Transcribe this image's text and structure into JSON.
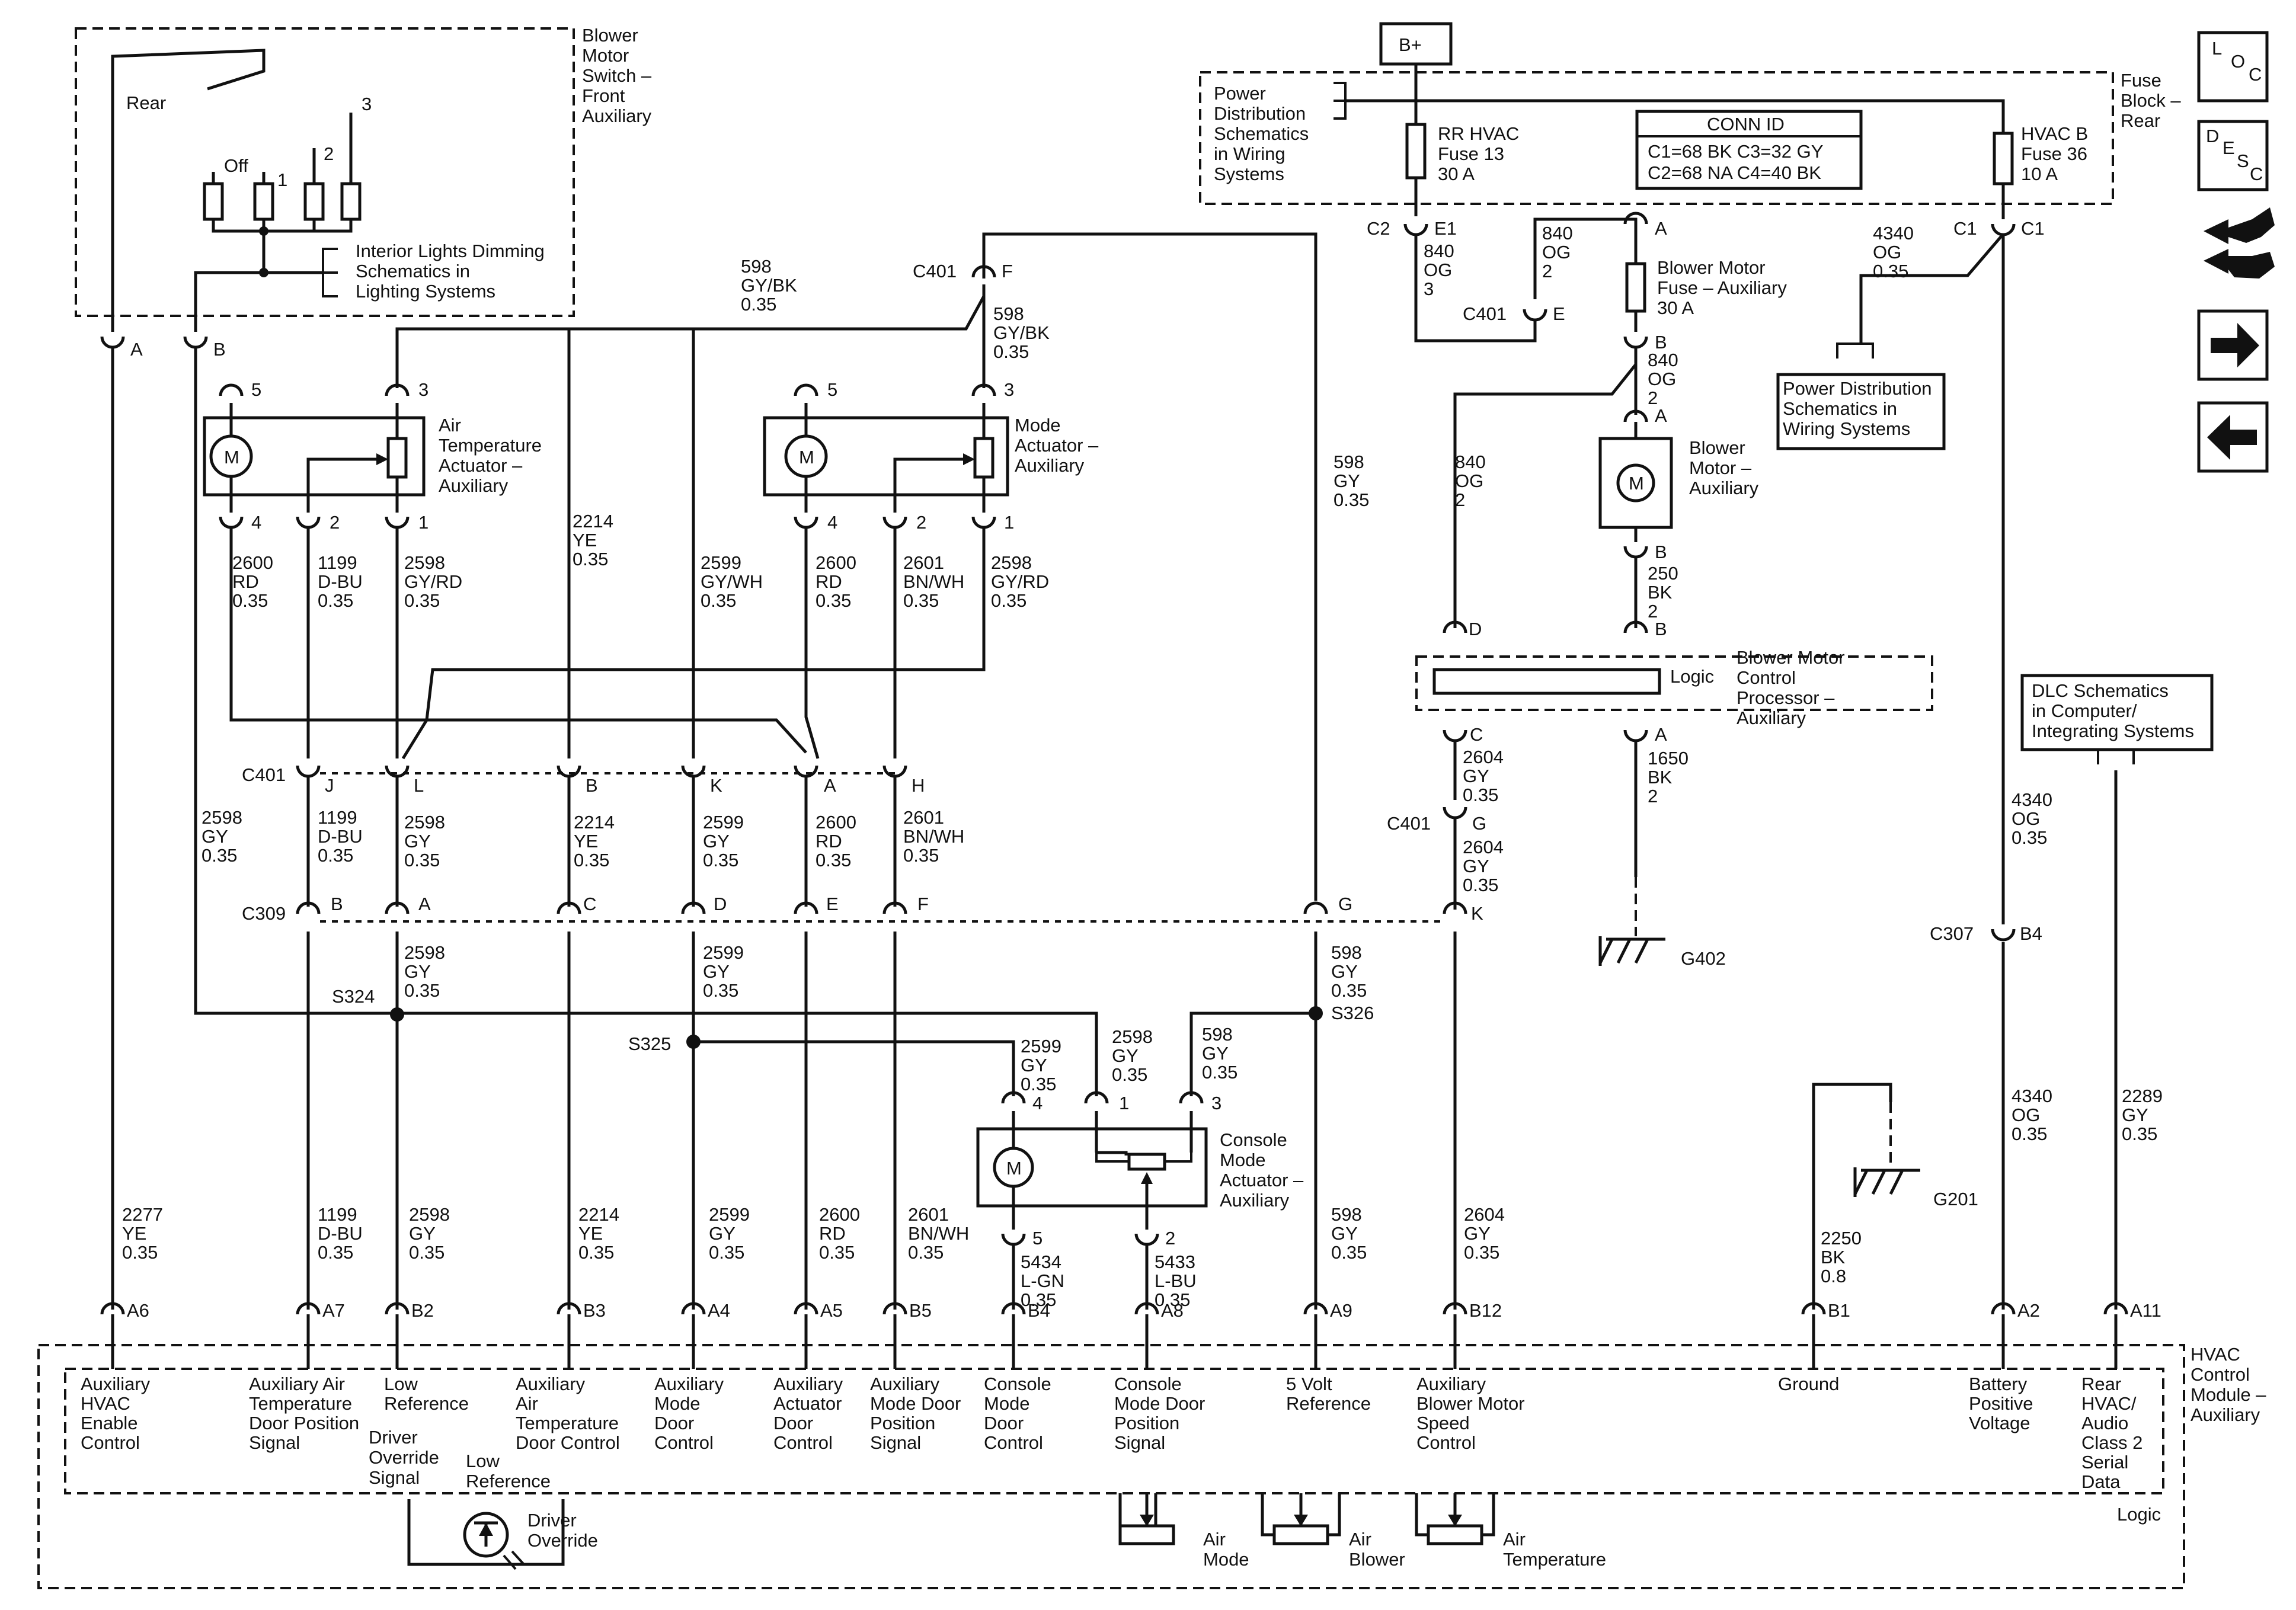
{
  "power": {
    "bplus": "B+"
  },
  "labels": {
    "switch_title": [
      "Blower",
      "Motor",
      "Switch –",
      "Front",
      "Auxiliary"
    ],
    "rear": "Rear",
    "off": "Off",
    "pos1": "1",
    "pos2": "2",
    "pos3": "3",
    "dimming": [
      "Interior Lights Dimming",
      "Schematics in",
      "Lighting Systems"
    ],
    "pin_A": "A",
    "pin_B": "B",
    "fuse_block_title": [
      "Fuse",
      "Block –",
      "Rear"
    ],
    "power_dist_top": [
      "Power",
      "Distribution",
      "Schematics",
      "in Wiring",
      "Systems"
    ],
    "rr_hvac_fuse": [
      "RR HVAC",
      "Fuse 13",
      "30 A"
    ],
    "hvac_b_fuse": [
      "HVAC B",
      "Fuse 36",
      "10 A"
    ],
    "conn_id_title": "CONN ID",
    "conn_id_rows": [
      "C1=68 BK  C3=32 GY",
      "C2=68 NA  C4=40 BK"
    ],
    "power_dist_mid": [
      "Power Distribution",
      "Schematics in",
      "Wiring Systems"
    ],
    "blower_fuse": [
      "Blower Motor",
      "Fuse – Auxiliary",
      "30 A"
    ],
    "blower_motor": [
      "Blower",
      "Motor –",
      "Auxiliary"
    ],
    "blower_proc": [
      "Blower Motor",
      "Control",
      "Processor –",
      "Auxiliary"
    ],
    "logic": "Logic",
    "dlc": [
      "DLC Schematics",
      "in Computer/",
      "Integrating Systems"
    ],
    "air_temp_act": [
      "Air",
      "Temperature",
      "Actuator –",
      "Auxiliary"
    ],
    "mode_act": [
      "Mode",
      "Actuator –",
      "Auxiliary"
    ],
    "console_act": [
      "Console",
      "Mode",
      "Actuator –",
      "Auxiliary"
    ],
    "motor_m": "M",
    "hvac_module": [
      "HVAC",
      "Control",
      "Module –",
      "Auxiliary"
    ],
    "driver_override": [
      "Driver",
      "Override"
    ],
    "air_mode": [
      "Air",
      "Mode"
    ],
    "air_blower": [
      "Air",
      "Blower"
    ],
    "air_temp": [
      "Air",
      "Temperature"
    ],
    "nav": {
      "loc": [
        "L",
        "O",
        "C"
      ],
      "desc": [
        "D",
        "E",
        "S",
        "C"
      ]
    }
  },
  "connectors": {
    "c401": "C401",
    "c309": "C309",
    "c307": "C307",
    "c2": "C2",
    "c1": "C1",
    "s324": "S324",
    "s325": "S325",
    "s326": "S326",
    "g402": "G402",
    "g201": "G201",
    "c401_pins": [
      "J",
      "L",
      "B",
      "K",
      "A",
      "H"
    ],
    "c309_pins": [
      "B",
      "A",
      "C",
      "D",
      "E",
      "F",
      "G",
      "K"
    ],
    "e1": "E1",
    "e": "E",
    "f": "F",
    "g": "G",
    "b4": "B4"
  },
  "wires": {
    "w598_top": [
      "598",
      "GY/BK",
      "0.35"
    ],
    "w598_c401": [
      "598",
      "GY/BK",
      "0.35"
    ],
    "w840_e1": [
      "840",
      "OG",
      "3"
    ],
    "w840_e": [
      "840",
      "OG",
      "2"
    ],
    "w840_b": [
      "840",
      "OG",
      "2"
    ],
    "w840_left": [
      "840",
      "OG",
      "2"
    ],
    "w4340_top": [
      "4340",
      "OG",
      "0.35"
    ],
    "w250": [
      "250",
      "BK",
      "2"
    ],
    "w1650": [
      "1650",
      "BK",
      "2"
    ],
    "w2604_c": [
      "2604",
      "GY",
      "0.35"
    ],
    "w2604_g": [
      "2604",
      "GY",
      "0.35"
    ],
    "w598_right": [
      "598",
      "GY",
      "0.35"
    ],
    "w2214_top": [
      "2214",
      "YE",
      "0.35"
    ],
    "w2600_a": [
      "2600",
      "RD",
      "0.35"
    ],
    "w1199_a": [
      "1199",
      "D-BU",
      "0.35"
    ],
    "w2598_a": [
      "2598",
      "GY/RD",
      "0.35"
    ],
    "w2599_m": [
      "2599",
      "GY/WH",
      "0.35"
    ],
    "w2600_m": [
      "2600",
      "RD",
      "0.35"
    ],
    "w2601_m": [
      "2601",
      "BN/WH",
      "0.35"
    ],
    "w2598_m": [
      "2598",
      "GY/RD",
      "0.35"
    ],
    "w2598_gy_l": [
      "2598",
      "GY",
      "0.35"
    ],
    "w1199_c": [
      "1199",
      "D-BU",
      "0.35"
    ],
    "w2598_c": [
      "2598",
      "GY",
      "0.35"
    ],
    "w2214_c": [
      "2214",
      "YE",
      "0.35"
    ],
    "w2599_c": [
      "2599",
      "GY",
      "0.35"
    ],
    "w2600_c": [
      "2600",
      "RD",
      "0.35"
    ],
    "w2601_c": [
      "2601",
      "BN/WH",
      "0.35"
    ],
    "w2598_s324": [
      "2598",
      "GY",
      "0.35"
    ],
    "w2599_s325": [
      "2599",
      "GY",
      "0.35"
    ],
    "w598_s326": [
      "598",
      "GY",
      "0.35"
    ],
    "w2599_con": [
      "2599",
      "GY",
      "0.35"
    ],
    "w2598_con": [
      "2598",
      "GY",
      "0.35"
    ],
    "w598_con": [
      "598",
      "GY",
      "0.35"
    ],
    "w4340_mid": [
      "4340",
      "OG",
      "0.35"
    ],
    "w4340_low": [
      "4340",
      "OG",
      "0.35"
    ],
    "w2289": [
      "2289",
      "GY",
      "0.35"
    ],
    "w2250": [
      "2250",
      "BK",
      "0.8"
    ],
    "w2277": [
      "2277",
      "YE",
      "0.35"
    ],
    "w1199_b": [
      "1199",
      "D-BU",
      "0.35"
    ],
    "w2598_b": [
      "2598",
      "GY",
      "0.35"
    ],
    "w2214_b": [
      "2214",
      "YE",
      "0.35"
    ],
    "w2599_b": [
      "2599",
      "GY",
      "0.35"
    ],
    "w2600_b": [
      "2600",
      "RD",
      "0.35"
    ],
    "w2601_b": [
      "2601",
      "BN/WH",
      "0.35"
    ],
    "w5434": [
      "5434",
      "L-GN",
      "0.35"
    ],
    "w5433": [
      "5433",
      "L-BU",
      "0.35"
    ],
    "w598_b": [
      "598",
      "GY",
      "0.35"
    ],
    "w2604_b": [
      "2604",
      "GY",
      "0.35"
    ]
  },
  "module_pins": [
    "A6",
    "A7",
    "B2",
    "B3",
    "A4",
    "A5",
    "B5",
    "B4",
    "A8",
    "A9",
    "B12",
    "B1",
    "A2",
    "A11"
  ],
  "module_functions": [
    [
      "Auxiliary",
      "HVAC",
      "Enable",
      "Control"
    ],
    [
      "Auxiliary Air",
      "Temperature",
      "Door Position",
      "Signal"
    ],
    [
      "Low",
      "Reference"
    ],
    [
      "Auxiliary",
      "Air",
      "Temperature",
      "Door Control"
    ],
    [
      "Auxiliary",
      "Mode",
      "Door",
      "Control"
    ],
    [
      "Auxiliary",
      "Actuator",
      "Door",
      "Control"
    ],
    [
      "Auxiliary",
      "Mode Door",
      "Position",
      "Signal"
    ],
    [
      "Console",
      "Mode",
      "Door",
      "Control"
    ],
    [
      "Console",
      "Mode Door",
      "Position",
      "Signal"
    ],
    [
      "5 Volt",
      "Reference"
    ],
    [
      "Auxiliary",
      "Blower Motor",
      "Speed",
      "Control"
    ],
    [
      "Ground"
    ],
    [
      "Battery",
      "Positive",
      "Voltage"
    ],
    [
      "Rear",
      "HVAC/",
      "Audio",
      "Class 2",
      "Serial",
      "Data"
    ]
  ],
  "module_extra": {
    "driver_override_signal": [
      "Driver",
      "Override",
      "Signal"
    ],
    "low_ref2": [
      "Low",
      "Reference"
    ]
  },
  "actuator_pins": {
    "a5": "5",
    "a3": "3",
    "a4": "4",
    "a2": "2",
    "a1": "1"
  }
}
